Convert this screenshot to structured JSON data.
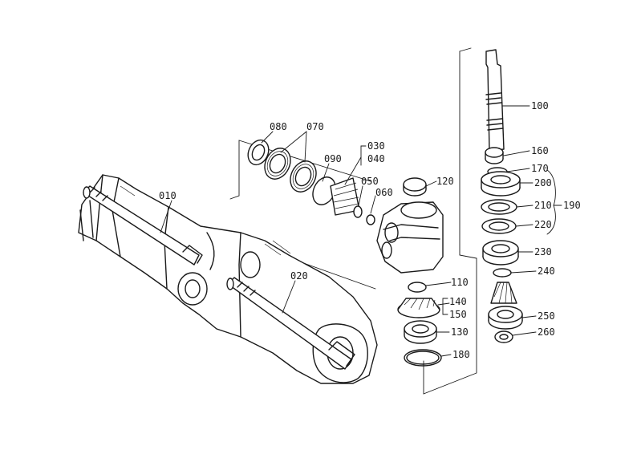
{
  "parts": [
    {
      "id": "p010",
      "label": "010"
    },
    {
      "id": "p020",
      "label": "020"
    },
    {
      "id": "p030",
      "label": "030"
    },
    {
      "id": "p040",
      "label": "040"
    },
    {
      "id": "p050",
      "label": "050"
    },
    {
      "id": "p060",
      "label": "060"
    },
    {
      "id": "p070",
      "label": "070"
    },
    {
      "id": "p080",
      "label": "080"
    },
    {
      "id": "p090",
      "label": "090"
    },
    {
      "id": "p100",
      "label": "100"
    },
    {
      "id": "p110",
      "label": "110"
    },
    {
      "id": "p120",
      "label": "120"
    },
    {
      "id": "p130",
      "label": "130"
    },
    {
      "id": "p140",
      "label": "140"
    },
    {
      "id": "p150",
      "label": "150"
    },
    {
      "id": "p160",
      "label": "160"
    },
    {
      "id": "p170",
      "label": "170"
    },
    {
      "id": "p180",
      "label": "180"
    },
    {
      "id": "p190",
      "label": "190"
    },
    {
      "id": "p200",
      "label": "200"
    },
    {
      "id": "p210",
      "label": "210"
    },
    {
      "id": "p220",
      "label": "220"
    },
    {
      "id": "p230",
      "label": "230"
    },
    {
      "id": "p240",
      "label": "240"
    },
    {
      "id": "p250",
      "label": "250"
    },
    {
      "id": "p260",
      "label": "260"
    }
  ]
}
